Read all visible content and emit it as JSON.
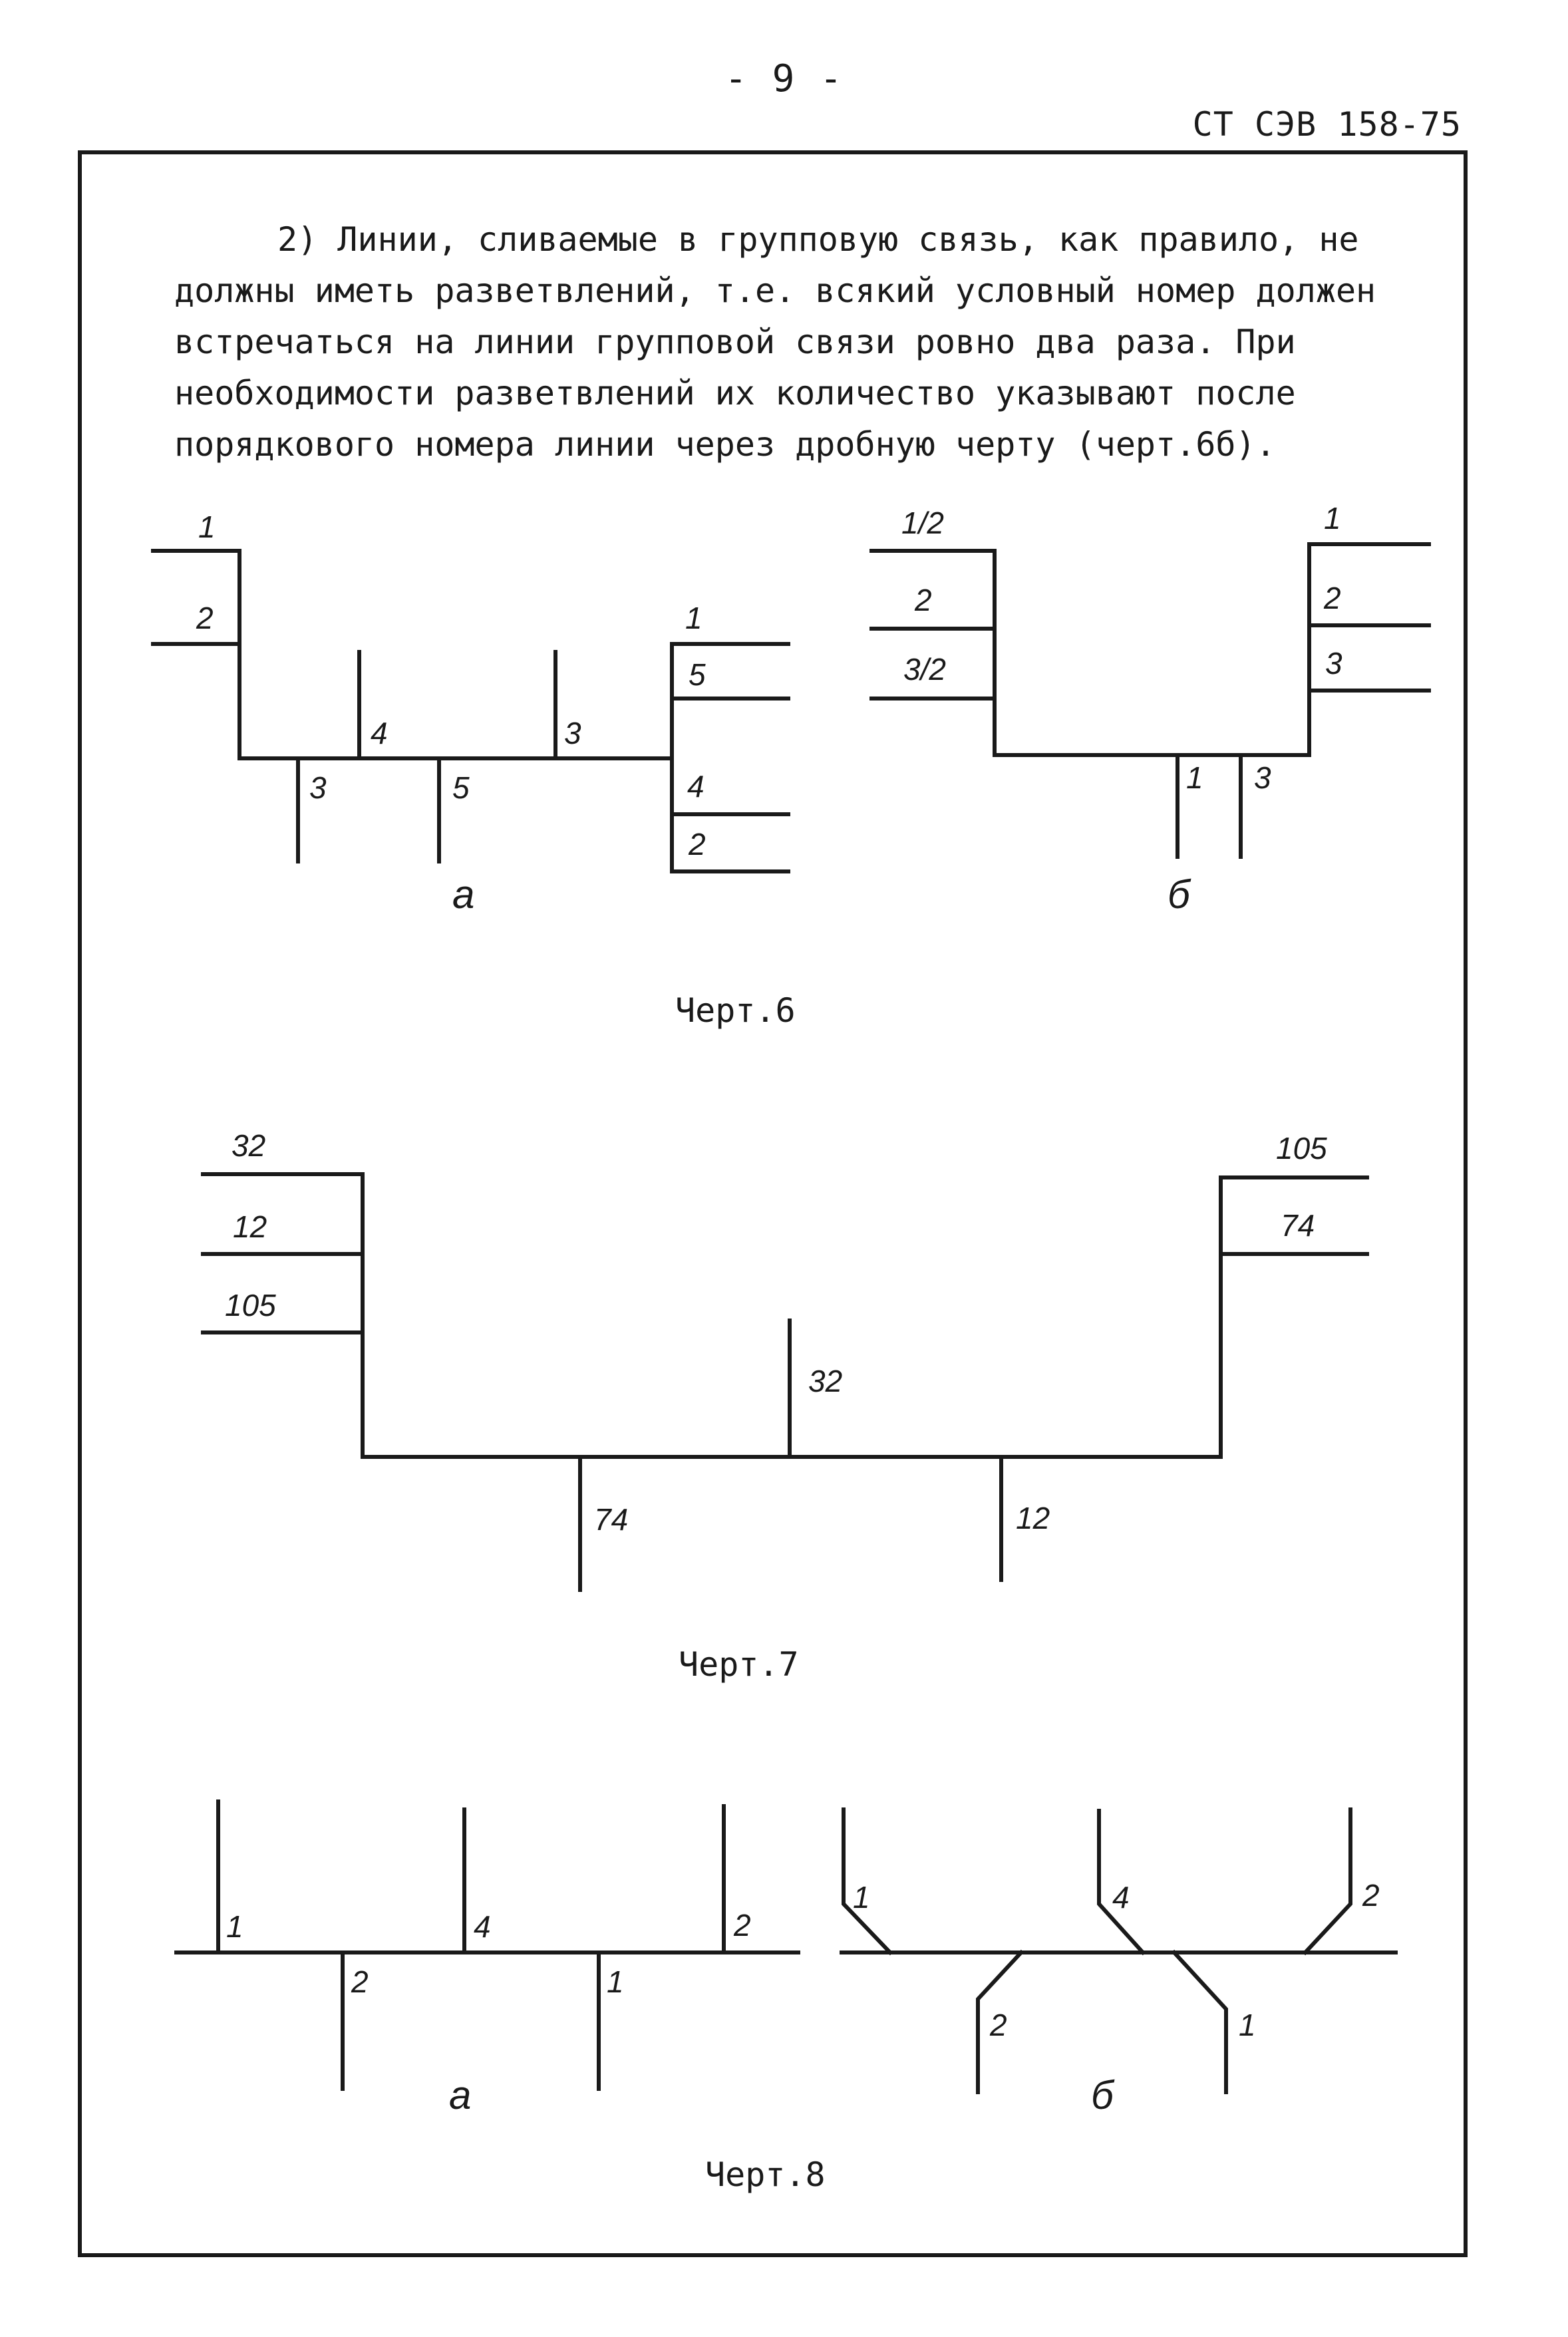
{
  "page_number": "- 9 -",
  "doc_code": "СТ СЭВ 158-75",
  "paragraph": {
    "lines": [
      "2) Линии, сливаемые в групповую связь, как правило, не",
      "должны иметь разветвлений, т.е. всякий условный номер должен",
      "встречаться на линии групповой связи ровно два раза. При",
      "необходимости разветвлений их количество указывают после",
      "порядкового номера линии через дробную черту (черт.6б)."
    ]
  },
  "fig6": {
    "caption": "Черт.6",
    "a": {
      "sublabel": "а",
      "left_entries": [
        "1",
        "2"
      ],
      "up_branches": [
        "4",
        "3"
      ],
      "down_branches": [
        "3",
        "5"
      ],
      "right_entries": [
        "1",
        "5",
        "4",
        "2"
      ]
    },
    "b": {
      "sublabel": "б",
      "left_entries": [
        "1/2",
        "2",
        "3/2"
      ],
      "right_entries": [
        "1",
        "2",
        "3"
      ],
      "down_branches": [
        "1",
        "3"
      ]
    }
  },
  "fig7": {
    "caption": "Черт.7",
    "left_entries": [
      "32",
      "12",
      "105"
    ],
    "right_entries": [
      "105",
      "74"
    ],
    "up_branches": [
      "32"
    ],
    "down_branches": [
      "74",
      "12"
    ]
  },
  "fig8": {
    "caption": "Черт.8",
    "a": {
      "sublabel": "а",
      "up_branches": [
        "1",
        "4",
        "2"
      ],
      "down_branches": [
        "2",
        "1"
      ]
    },
    "b": {
      "sublabel": "б",
      "up_branches": [
        "1",
        "4",
        "2"
      ],
      "down_branches": [
        "2",
        "1"
      ]
    }
  }
}
